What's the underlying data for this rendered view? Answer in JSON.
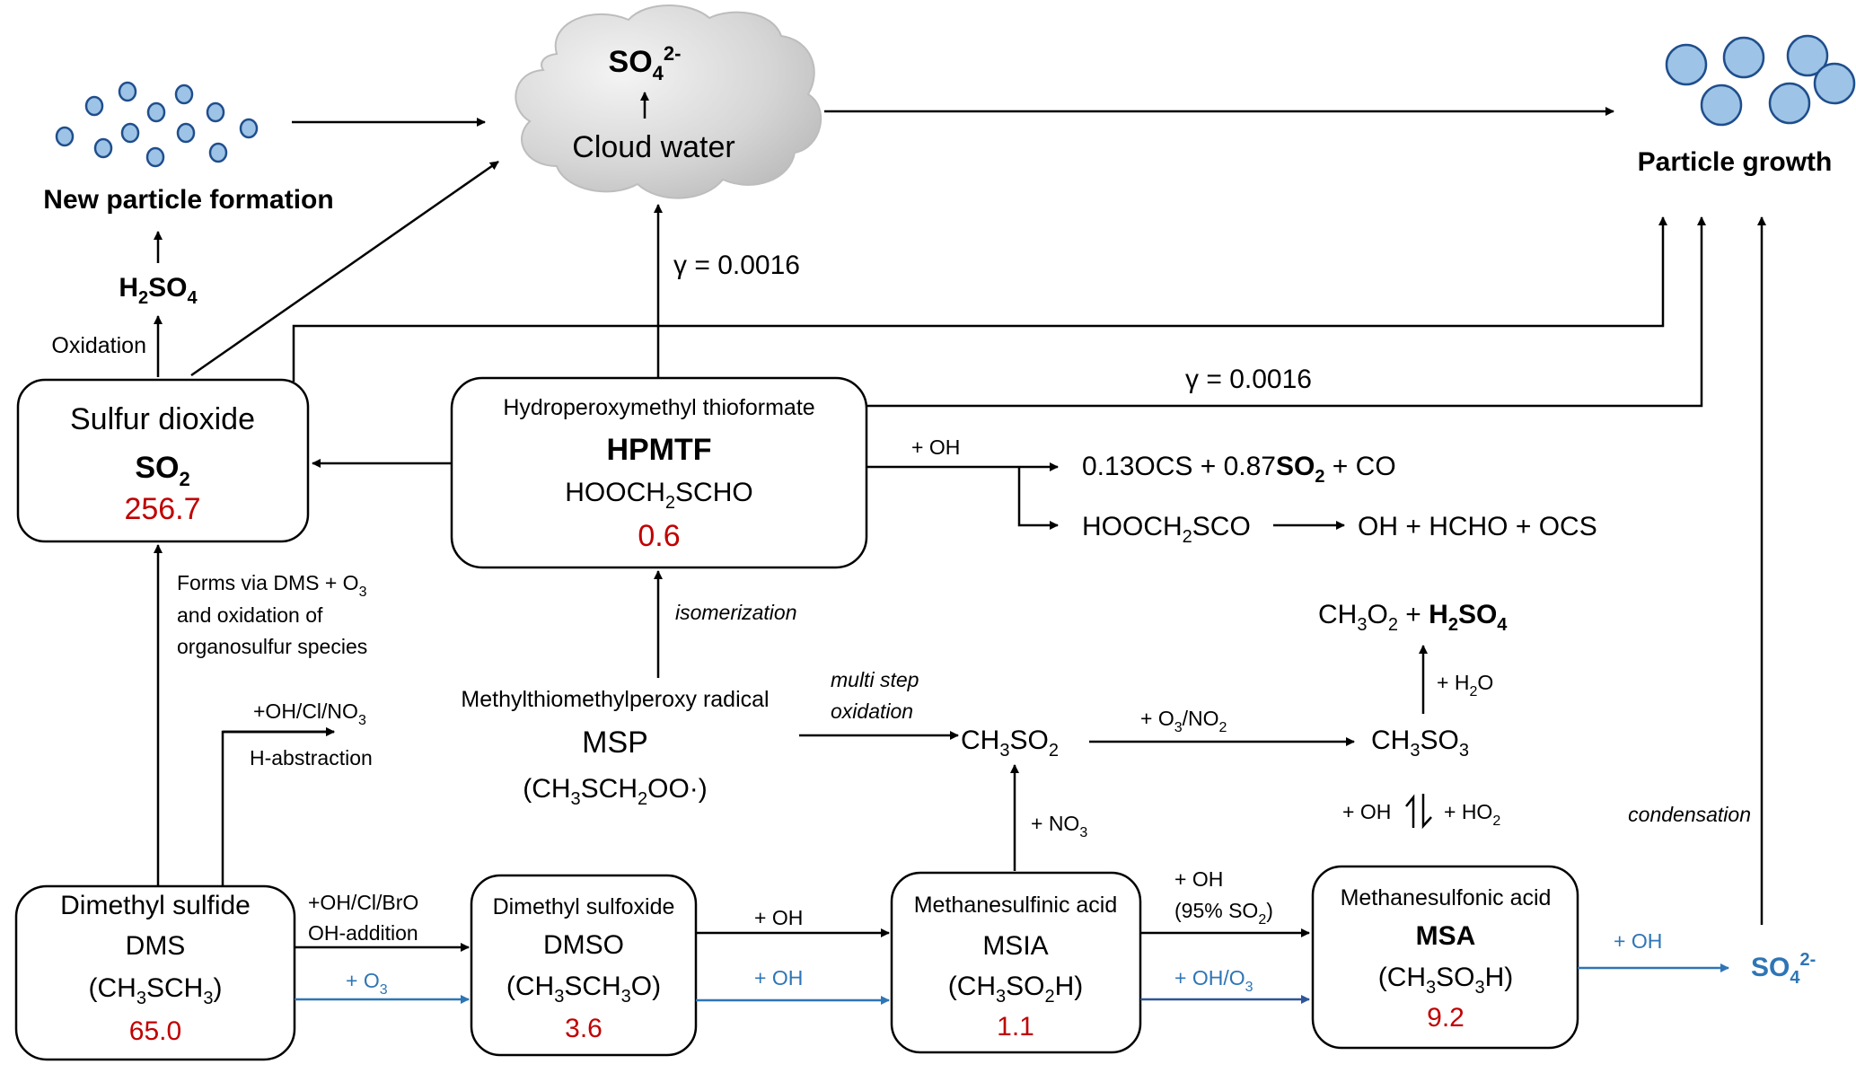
{
  "colors": {
    "concentration": "#c00000",
    "blue_pathway": "#2e75b6",
    "navy_pathway": "#2f5597",
    "particle_fill": "#9dc3e6",
    "particle_stroke": "#1f4e8c"
  },
  "top": {
    "new_particle_formation": "New particle formation",
    "cloud": {
      "species": "SO4",
      "species_sub": "4",
      "species_sup": "2-",
      "label": "Cloud water"
    },
    "particle_growth": "Particle growth",
    "h2so4": {
      "main": "H",
      "sub1": "2",
      "mid": "SO",
      "sub2": "4"
    },
    "oxidation_label": "Oxidation",
    "gamma_cloud": "γ  = 0.0016",
    "gamma_growth": "γ  = 0.0016"
  },
  "nodes": {
    "so2": {
      "name": "Sulfur dioxide",
      "formula": "SO",
      "formula_sub": "2",
      "value": "256.7"
    },
    "hpmtf": {
      "name": "Hydroperoxymethyl thioformate",
      "abbr": "HPMTF",
      "formula_a": "HOOCH",
      "formula_sub": "2",
      "formula_b": "SCHO",
      "value": "0.6"
    },
    "dms": {
      "name": "Dimethyl sulfide",
      "abbr": "DMS",
      "formula": [
        "(CH",
        "3",
        "SCH",
        "3",
        ")"
      ],
      "value": "65.0"
    },
    "dmso": {
      "name": "Dimethyl sulfoxide",
      "abbr": "DMSO",
      "formula": [
        "(CH",
        "3",
        "SCH",
        "3",
        "O)"
      ],
      "value": "3.6"
    },
    "msia": {
      "name": "Methanesulfinic acid",
      "abbr": "MSIA",
      "formula": [
        "(CH",
        "3",
        "SO",
        "2",
        "H)"
      ],
      "value": "1.1"
    },
    "msa": {
      "name": "Methanesulfonic acid",
      "abbr": "MSA",
      "formula": [
        "(CH",
        "3",
        "SO",
        "3",
        "H)"
      ],
      "value": "9.2"
    },
    "msp": {
      "name": "Methylthiomethylperoxy radical",
      "abbr": "MSP",
      "formula": [
        "(CH",
        "3",
        "SCH",
        "2",
        "OO·)"
      ]
    }
  },
  "reactions": {
    "hpmtf_oh": "+ OH",
    "product1": {
      "a": "0.13OCS + 0.87",
      "b": "SO",
      "sub": "2",
      "c": " + CO"
    },
    "product2": {
      "a": "HOOCH",
      "sub": "2",
      "b": "SCO"
    },
    "product3": "OH + HCHO + OCS",
    "so2_formation": [
      "Forms via DMS + O",
      "and oxidation of",
      "organosulfur species"
    ],
    "so2_formation_sub": "3",
    "isomerization": "isomerization",
    "h_abstraction_reagents": "+OH/Cl/NO",
    "h_abstraction_reagents_sub": "3",
    "h_abstraction": "H-abstraction",
    "multi_step": [
      "multi step",
      "oxidation"
    ],
    "ch3so2": [
      "CH",
      "3",
      "SO",
      "2"
    ],
    "ch3so3": [
      "CH",
      "3",
      "SO",
      "3"
    ],
    "o3_no2": [
      "+ O",
      "3",
      "/NO",
      "2"
    ],
    "h2o": [
      "+ H",
      "2",
      "O"
    ],
    "final_products": {
      "a": "CH",
      "s1": "3",
      "b": "O",
      "s2": "2",
      "c": " + ",
      "d": "H",
      "s3": "2",
      "e": "SO",
      "s4": "4"
    },
    "equilibrium_left": "+ OH",
    "equilibrium_right": [
      "+ HO",
      "2"
    ],
    "no3": [
      "+ NO",
      "3"
    ],
    "condensation": "condensation",
    "dms_to_dmso_black": [
      "+OH/Cl/BrO",
      "OH-addition"
    ],
    "dms_to_dmso_blue": [
      "+ O",
      "3"
    ],
    "dmso_to_msia_black": "+ OH",
    "dmso_to_msia_blue": "+ OH",
    "msia_to_msa_black": [
      "+ OH",
      "(95% SO",
      "2",
      ")"
    ],
    "msia_to_msa_blue": [
      "+ OH/O",
      "3"
    ],
    "msa_to_so4_blue": "+ OH",
    "so4_blue": {
      "a": "SO",
      "sub": "4",
      "sup": "2-"
    }
  },
  "particles": {
    "small_count": 12,
    "large_count": 6
  }
}
